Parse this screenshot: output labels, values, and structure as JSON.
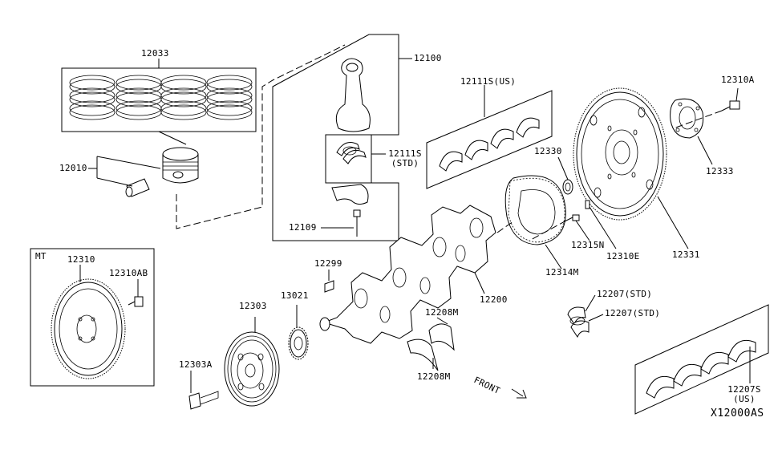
{
  "diagram_id": "X12000AS",
  "parts": {
    "p12033": "12033",
    "p12010": "12010",
    "p12100": "12100",
    "p12111S_US": "12111S(US)",
    "p12111S_STD_num": "12111S",
    "p12111S_STD_note": "(STD)",
    "p12109": "12109",
    "p12330": "12330",
    "p12310A": "12310A",
    "p12333": "12333",
    "p12331": "12331",
    "p12315N": "12315N",
    "p12310E": "12310E",
    "p12314M": "12314M",
    "p12299": "12299",
    "p13021": "13021",
    "p12303": "12303",
    "p12303A": "12303A",
    "p12200": "12200",
    "p12208M_top": "12208M",
    "p12208M_bottom": "12208M",
    "p12207_STD_a": "12207(STD)",
    "p12207_STD_b": "12207(STD)",
    "p12207S_num": "12207S",
    "p12207S_note": "(US)",
    "mt_label": "MT",
    "p12310": "12310",
    "p12310AB": "12310AB"
  },
  "front_label": "FRONT"
}
